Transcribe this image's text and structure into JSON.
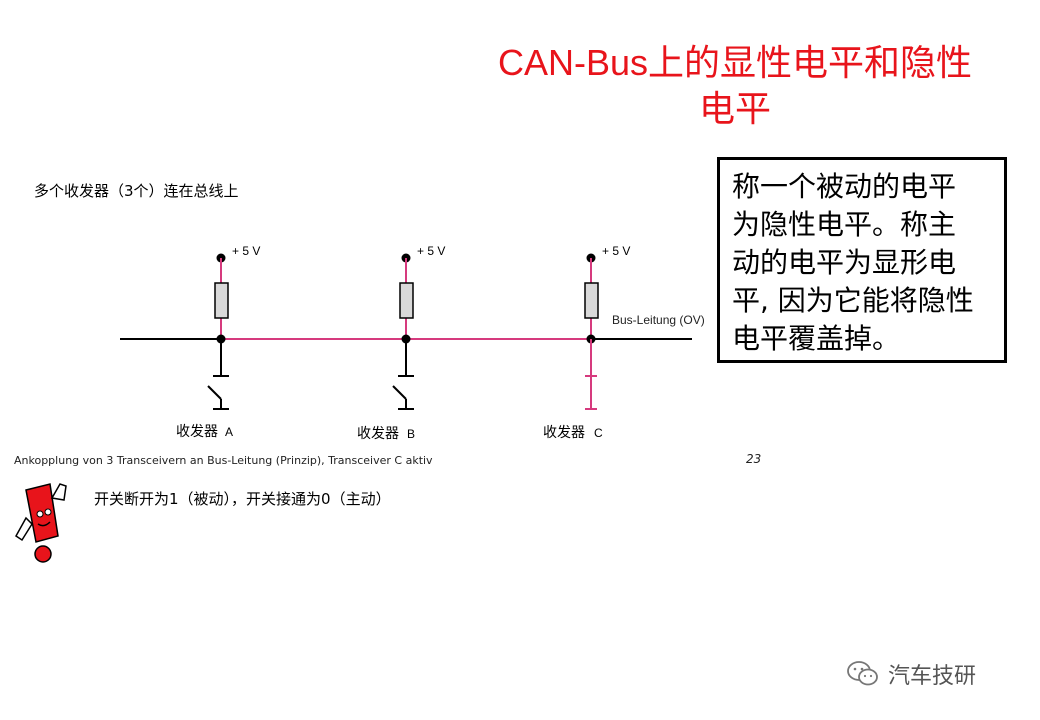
{
  "title": {
    "line1": "CAN-Bus上的显性电平和隐性",
    "line2": "电平"
  },
  "subtitle": "多个收发器（3个）连在总线上",
  "callout": {
    "lines": [
      "称一个被动的电平",
      "为隐性电平。称主",
      "动的电平为显形电",
      "平, 因为它能将隐性",
      "电平覆盖掉。"
    ]
  },
  "circuit": {
    "supply_label": "+ 5 V",
    "bus_label": "Bus-Leitung (OV)",
    "transceivers": [
      {
        "label": "收发器",
        "suffix": "A",
        "switch": "open"
      },
      {
        "label": "收发器",
        "suffix": "B",
        "switch": "open"
      },
      {
        "label": "收发器",
        "suffix": "C",
        "switch": "closed"
      }
    ],
    "colors": {
      "bus": "#d63a7e",
      "wire": "#000000",
      "resistor": "#d9d9d9"
    }
  },
  "caption": "Ankopplung von 3 Transceivern an Bus-Leitung (Prinzip), Transceiver C aktiv",
  "page_number": "23",
  "note": "开关断开为1（被动），开关接通为0（主动）",
  "watermark": {
    "text": "汽车技研",
    "icon": "wechat-icon"
  }
}
